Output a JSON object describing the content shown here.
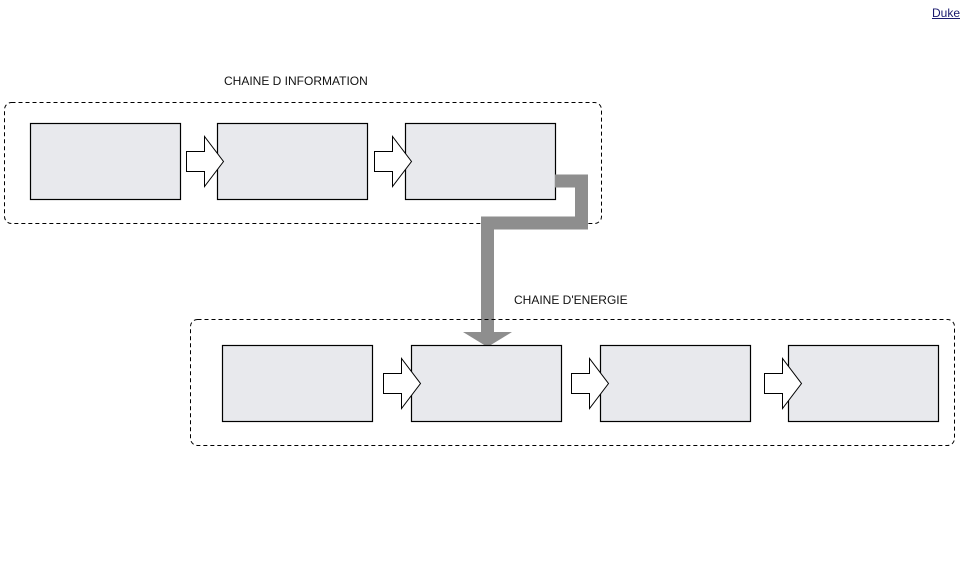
{
  "header": {
    "author_link": "Duke"
  },
  "diagram": {
    "information_chain": {
      "label": "CHAINE D INFORMATION",
      "blocks": [
        "",
        "",
        ""
      ]
    },
    "energy_chain": {
      "label": "CHAINE D'ENERGIE",
      "blocks": [
        "",
        "",
        "",
        ""
      ]
    },
    "colors": {
      "block_fill": "#e8e9ed",
      "connector": "#8e8e8e"
    }
  }
}
